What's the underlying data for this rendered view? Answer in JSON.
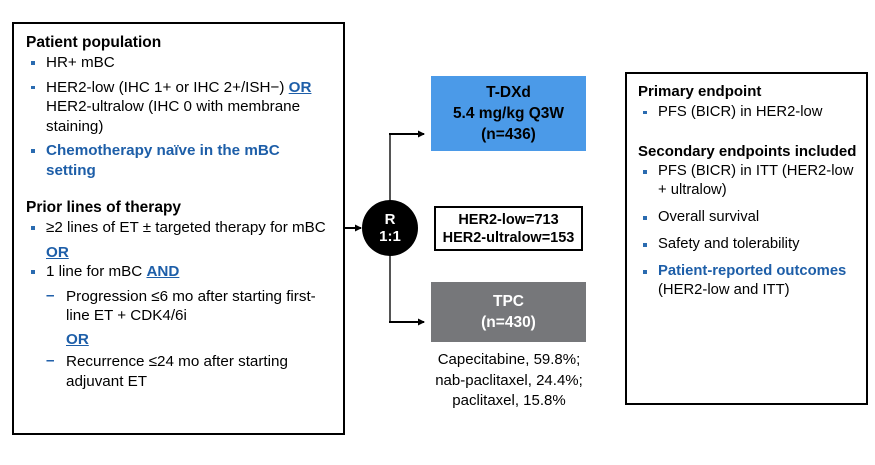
{
  "patient_panel": {
    "population_heading": "Patient population",
    "population_items": [
      {
        "text": "HR+ mBC"
      },
      {
        "pre": "HER2-low (IHC 1+ or IHC 2+/ISH−)",
        "kw": "OR",
        "post": "HER2-ultralow (IHC 0 with membrane staining)"
      },
      {
        "text": "Chemotherapy naïve in the mBC setting",
        "highlight": true
      }
    ],
    "prior_heading": "Prior lines of therapy",
    "prior_item_1": "≥2 lines of ET ± targeted therapy for mBC",
    "or_1": "OR",
    "prior_item_2_pre": "1 line for mBC",
    "prior_item_2_kw": "AND",
    "sub_item_1": "Progression ≤6 mo after starting first-line ET + CDK4/6i",
    "or_2": "OR",
    "sub_item_2": "Recurrence ≤24 mo after starting adjuvant ET"
  },
  "randomization": {
    "label": "R",
    "ratio": "1:1"
  },
  "arms": {
    "experimental": {
      "name": "T-DXd",
      "dose": "5.4 mg/kg Q3W",
      "n": "(n=436)",
      "color": "#4b9ae8"
    },
    "control": {
      "name": "TPC",
      "n": "(n=430)",
      "color": "#76777a",
      "detail_line_1": "Capecitabine, 59.8%;",
      "detail_line_2": "nab-paclitaxel, 24.4%;",
      "detail_line_3": "paclitaxel, 15.8%"
    }
  },
  "cohort_counts": {
    "her2_low": "HER2-low=713",
    "her2_ultralow": "HER2-ultralow=153"
  },
  "endpoints_panel": {
    "primary_heading": "Primary endpoint",
    "primary_item": "PFS (BICR) in HER2-low",
    "secondary_heading": "Secondary endpoints included",
    "secondary_items": [
      {
        "text": "PFS (BICR) in ITT (HER2-low + ultralow)"
      },
      {
        "text": "Overall survival"
      },
      {
        "text": "Safety and tolerability"
      },
      {
        "bold": "Patient-reported outcomes",
        "plain": "(HER2-low and ITT)",
        "highlight": true
      }
    ]
  },
  "colors": {
    "accent_blue": "#1d5ea8",
    "arm_blue": "#4b9ae8",
    "arm_gray": "#76777a",
    "bullet_blue": "#2a6bb0"
  }
}
